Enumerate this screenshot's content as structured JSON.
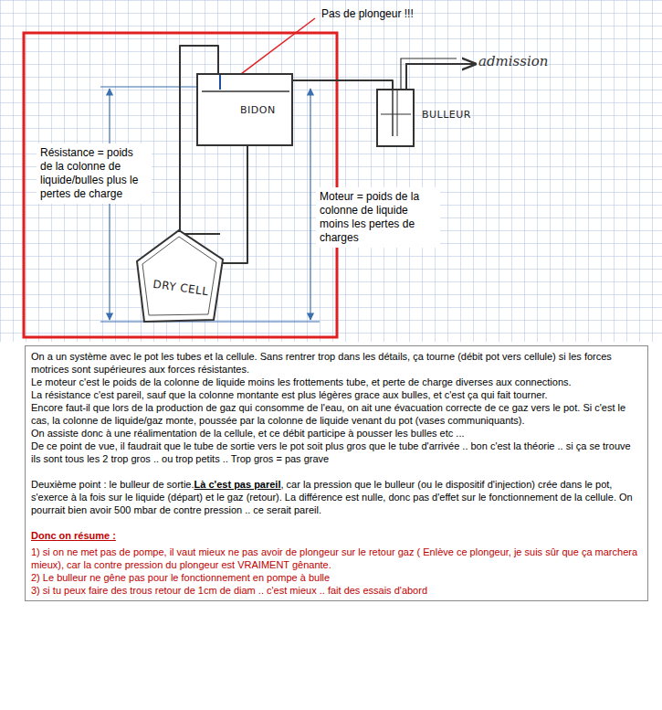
{
  "diagram": {
    "nodes": [
      {
        "text": [
          "BIDON"
        ]
      },
      {
        "text": [
          "BULLEUR"
        ]
      },
      {
        "text": [
          "Résistance = poids de la colonne de liquide/bulles plus le pertes de charge"
        ]
      },
      {
        "text": [
          "Moteur = poids de la colonne de liquide moins les pertes de charges"
        ]
      },
      {
        "text": [
          "DRY CELL"
        ]
      },
      {
        "text": [
          "On a un système avec le pot les tubes et la cellule. Sans rentrer trop dans les détails, ça tourne (débit pot vers cellule) si les forces motrices sont supérieures aux forces résistantes.",
          "Le moteur c'est le poids de la colonne de liquide moins les frottements tube, et perte de charge diverses aux connections.",
          "La résistance c'est pareil, sauf que la colonne montante est plus légères grace aux bulles, et c'est ça qui fait tourner.",
          "Encore faut-il que lors de la production de gaz qui consomme de l'eau, on ait une évacuation correcte de ce gaz vers le pot. Si c'est le cas, la colonne de liquide/gaz monte, poussée par la colonne de liquide venant du pot (vases communiquants).",
          "On assiste donc à une réalimentation de la cellule, et ce débit participe à pousser les bulles etc ...",
          "De ce point de vue, il faudrait que le tube de sortie vers le pot soit plus gros que le tube d'arrivée .. bon c'est la théorie .. si ça se trouve ils sont tous les 2 trop gros .. ou trop petits .. Trop gros = pas grave",
          "Deuxième point : le bulleur de sortie.",
          "Là c'est pas pareil",
          ", car la pression que le bulleur (ou le dispositif d'injection) crée dans le pot, s'exerce à la fois sur le liquide (départ) et le gaz (retour). La différence est nulle, donc pas d'effet sur le fonctionnement de la cellule. On pourrait bien avoir 500 mbar de contre pression .. ce serait pareil.",
          "Donc on résume :",
          "1) si on ne met pas de pompe, il vaut mieux ne pas avoir de plongeur sur le retour gaz ( Enlève ce plongeur, je suis sûr que ça marchera mieux), car la contre pression du plongeur est VRAIMENT gênante.",
          "2) Le bulleur ne gêne pas pour le fonctionnement en pompe à bulle",
          "3) si tu peux faire des trous retour de 1cm de diam .. c'est mieux .. fait des essais d'abord"
        ]
      }
    ],
    "edges": [
      {
        "from": 0,
        "to": 4,
        "arrow": "none"
      },
      {
        "from": 4,
        "to": 0,
        "arrow": "none"
      },
      {
        "from": 0,
        "to": 1,
        "arrow": "none"
      }
    ],
    "labels": [
      "Pas de plongeur !!!",
      "admission"
    ]
  }
}
